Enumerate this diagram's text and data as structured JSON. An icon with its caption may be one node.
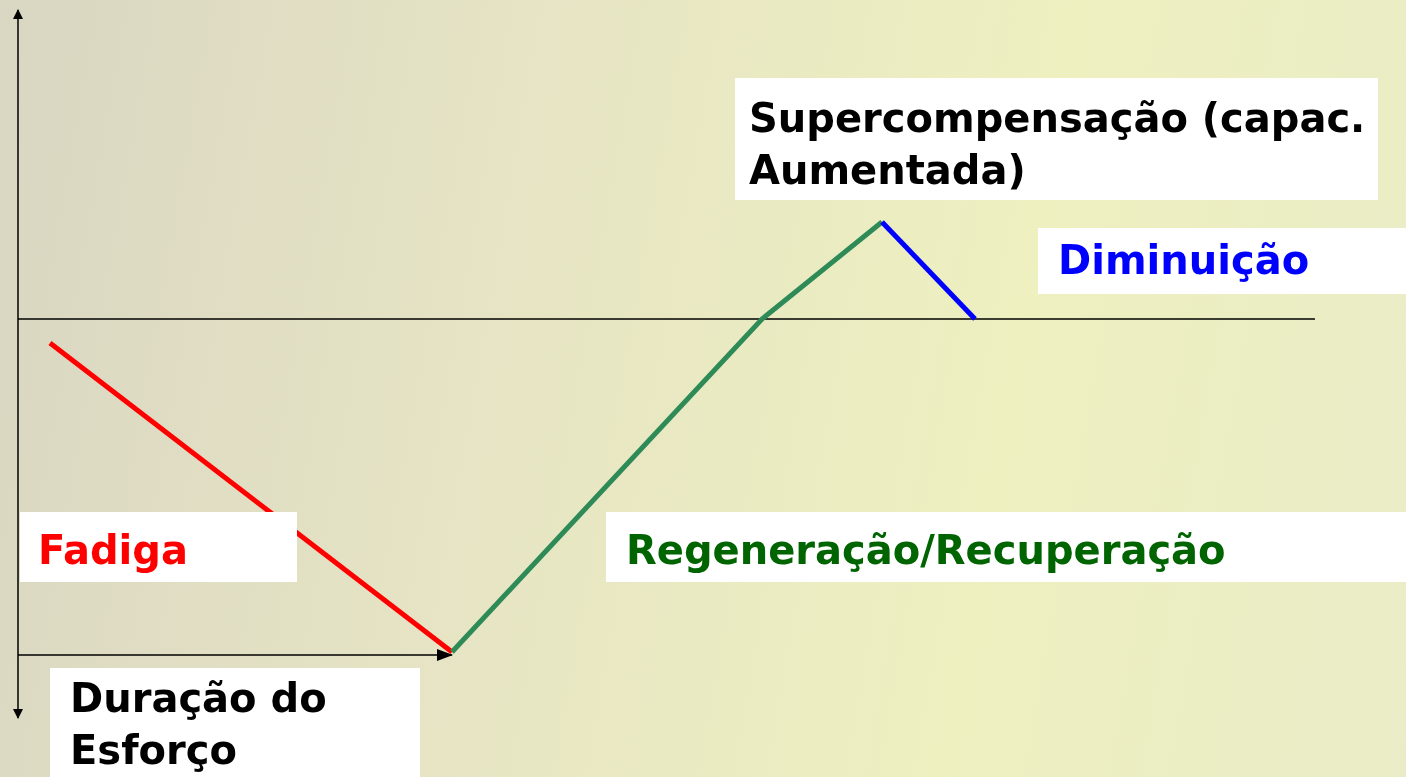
{
  "diagram": {
    "labels": [
      "Supercompensação (capac. Aumentada)",
      "Diminuição",
      "Fadiga",
      "Regeneração/Recuperação",
      "Duração do Esforço"
    ]
  }
}
